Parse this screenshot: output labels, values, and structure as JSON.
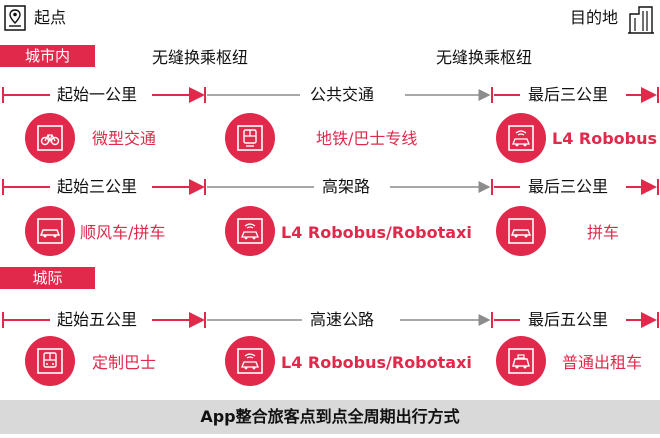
{
  "header": {
    "start": "起点",
    "end": "目的地"
  },
  "sections": {
    "city": "城市内",
    "intercity": "城际"
  },
  "hub_labels": [
    "无缝换乘枢纽",
    "无缝换乘枢纽"
  ],
  "rows": [
    {
      "first": "起始一公里",
      "middle": "公共交通",
      "last": "最后三公里",
      "modes": [
        "微型交通",
        "地铁/巴士专线",
        "L4 Robobus"
      ]
    },
    {
      "first": "起始三公里",
      "middle": "高架路",
      "last": "最后三公里",
      "modes": [
        "顺风车/拼车",
        "L4 Robobus/Robotaxi",
        "拼车"
      ]
    },
    {
      "first": "起始五公里",
      "middle": "高速公路",
      "last": "最后五公里",
      "modes": [
        "定制巴士",
        "L4 Robobus/Robotaxi",
        "普通出租车"
      ]
    }
  ],
  "footer": "App整合旅客点到点全周期出行方式",
  "colors": {
    "accent": "#e0294b",
    "line_gray": "#8c8c8c",
    "footer_bg": "#d9d9d9"
  },
  "icons": {
    "start": "map-pin-icon",
    "end": "building-icon",
    "row1": [
      "bicycle-icon",
      "subway-icon",
      "robobus-icon"
    ],
    "row2": [
      "car-icon",
      "robotaxi-icon",
      "car-icon"
    ],
    "row3": [
      "bus-icon",
      "robotaxi-icon",
      "taxi-icon"
    ]
  }
}
